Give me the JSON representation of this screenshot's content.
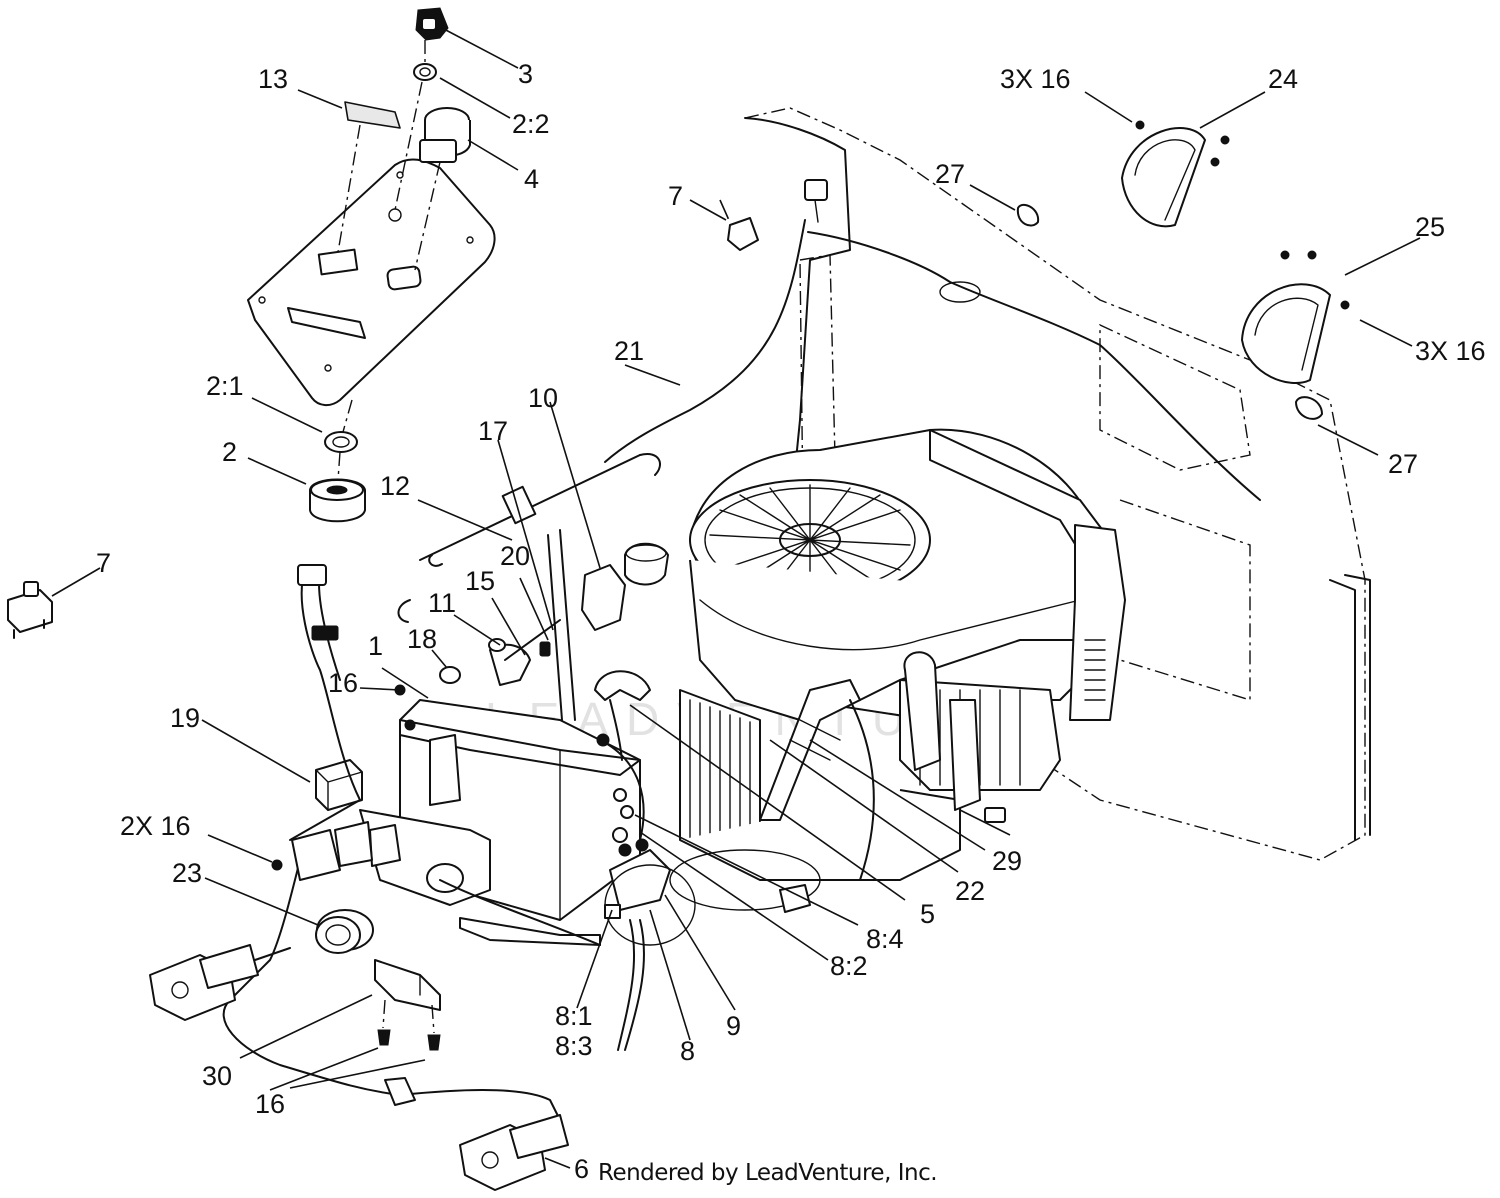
{
  "watermark": "LEADVENTURE",
  "credit": "Rendered by LeadVenture, Inc.",
  "callouts": {
    "c1": "1",
    "c2": "2",
    "c2_1": "2:1",
    "c2_2": "2:2",
    "c3": "3",
    "c4": "4",
    "c5": "5",
    "c6": "6",
    "c7a": "7",
    "c7b": "7",
    "c8": "8",
    "c8_1": "8:1",
    "c8_3": "8:3",
    "c8_2": "8:2",
    "c8_4": "8:4",
    "c9": "9",
    "c10": "10",
    "c11": "11",
    "c12": "12",
    "c13": "13",
    "c15": "15",
    "c16a": "16",
    "c16b": "16",
    "c16c": "2X 16",
    "c16d": "3X 16",
    "c16e": "3X 16",
    "c17": "17",
    "c18": "18",
    "c19": "19",
    "c20": "20",
    "c21": "21",
    "c22": "22",
    "c23": "23",
    "c24": "24",
    "c25": "25",
    "c27a": "27",
    "c27b": "27",
    "c29": "29",
    "c30": "30"
  }
}
